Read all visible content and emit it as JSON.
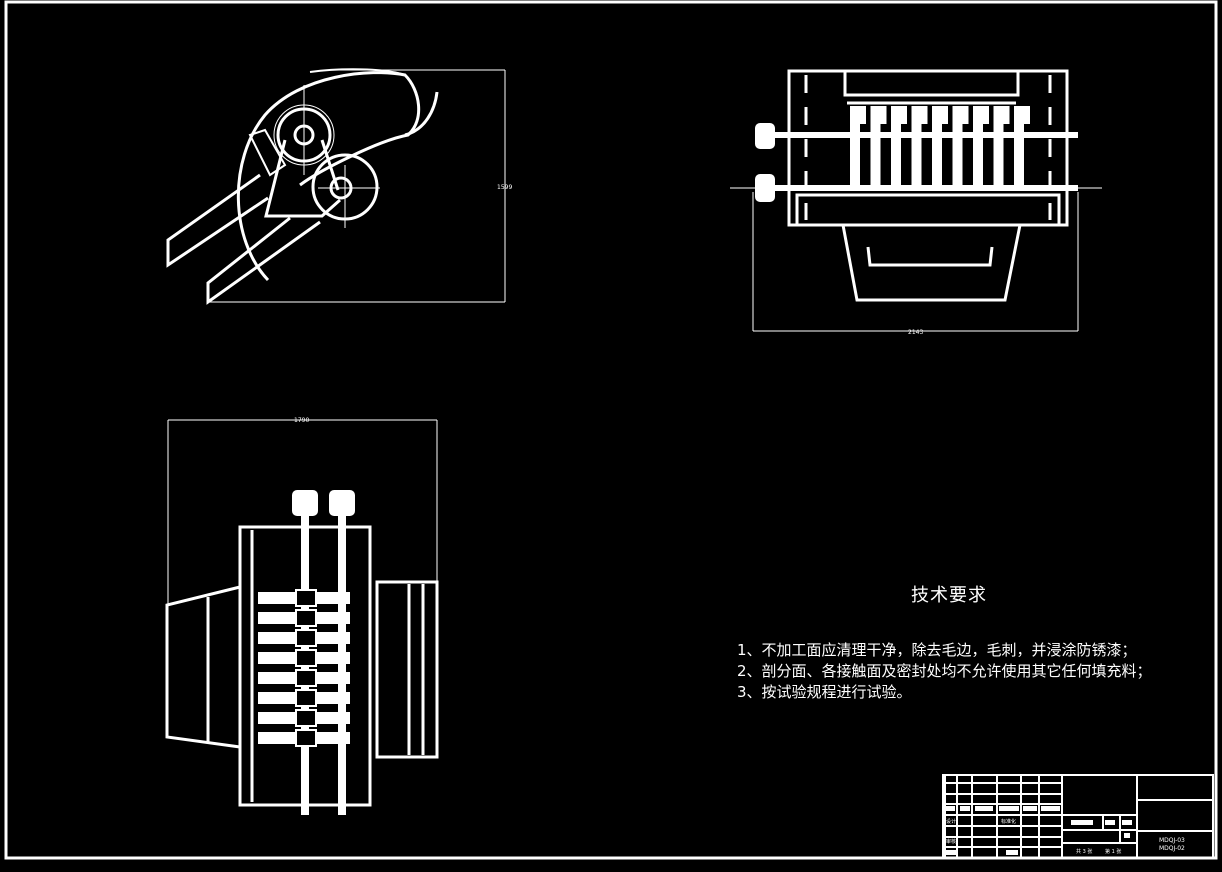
{
  "colors": {
    "background": "#000000",
    "lines": "#ffffff"
  },
  "dimensions": {
    "side_view_height": "1599",
    "front_view_width": "2143",
    "top_view_width": "1790"
  },
  "technical_requirements": {
    "title": "技术要求",
    "items": [
      "1、不加工面应清理干净，除去毛边，毛刺，并浸涂防锈漆；",
      "2、剖分面、各接触面及密封处均不允许使用其它任何填充料；",
      "3、按试验规程进行试验。"
    ]
  },
  "title_block": {
    "designer_label": "设计",
    "standardization_label": "标准化",
    "review_label": "审核",
    "sheet_total": "共 3 张",
    "sheet_number": "第 1 张",
    "drawing_number": "MDQJ-03",
    "drawing_number_alt": "MDQJ-02"
  }
}
